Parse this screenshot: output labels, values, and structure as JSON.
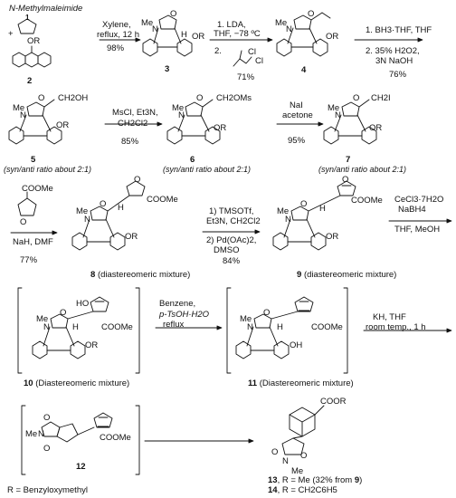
{
  "reagent_top": "N-Methylmaleimide",
  "cmpd": {
    "c1": "1",
    "c2": "2",
    "c3": "3",
    "c4": "4",
    "c5": "5",
    "c6": "6",
    "c7": "7",
    "c8": "8",
    "c9": "9",
    "c10": "10",
    "c11": "11",
    "c12": "12",
    "c13": "13",
    "c14": "14"
  },
  "labels": {
    "plus": "+",
    "syn5": "(syn/anti ratio about 2:1)",
    "syn6": "(syn/anti ratio about 2:1)",
    "syn7": "(syn/anti ratio about 2:1)",
    "mix8": "(diastereomeric mixture)",
    "mix9": "(diastereomeric mixture)",
    "mix10": "(Diastereomeric mixture)",
    "mix11": "(Diastereomeric mixture)",
    "r13": ", R = Me (32% from ",
    "r13_ref": "9",
    "r13_end": ")",
    "r14": ", R = CH2C6H5",
    "rdef": "R = Benzyloxymethyl"
  },
  "steps": {
    "s1": [
      "Xylene,",
      "reflux, 12 h",
      "98%"
    ],
    "s2": [
      "1. LDA,",
      "THF, −78 ºC",
      "2.",
      "71%"
    ],
    "s3": [
      "1. BH3·THF, THF",
      "2. 35% H2O2,",
      "3N NaOH",
      "76%"
    ],
    "s4": [
      "MsCl, Et3N,",
      "CH2Cl2",
      "85%"
    ],
    "s5": [
      "NaI",
      "acetone",
      "95%"
    ],
    "s6": [
      "NaH, DMF",
      "77%"
    ],
    "s7": [
      "1) TMSOTf,",
      "Et3N, CH2Cl2",
      "2) Pd(OAc)2,",
      "DMSO",
      "84%"
    ],
    "s8": [
      "CeCl3·7H2O",
      "NaBH4",
      "THF, MeOH"
    ],
    "s9": [
      "Benzene,",
      "p-TsOH·H2O",
      "reflux"
    ],
    "s10": [
      "KH, THF",
      "room temp., 1 h"
    ]
  },
  "atoms": {
    "me": "Me",
    "n": "N",
    "o": "O",
    "or": "OR",
    "oh": "OH",
    "ho": "HO",
    "h": "H",
    "cl": "Cl",
    "ch2oh": "CH2OH",
    "ch2oms": "CH2OMs",
    "ch2i": "CH2I",
    "coome": "COOMe",
    "coor": "COOR"
  }
}
